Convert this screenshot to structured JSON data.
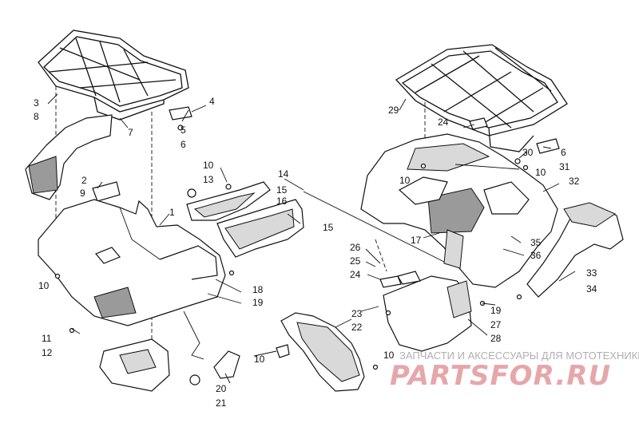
{
  "callouts": [
    {
      "id": "c1",
      "text": "1"
    },
    {
      "id": "c2",
      "text": "2"
    },
    {
      "id": "c3",
      "text": "3"
    },
    {
      "id": "c4",
      "text": "4"
    },
    {
      "id": "c5",
      "text": "5"
    },
    {
      "id": "c6a",
      "text": "6"
    },
    {
      "id": "c7",
      "text": "7"
    },
    {
      "id": "c8",
      "text": "8"
    },
    {
      "id": "c9",
      "text": "9"
    },
    {
      "id": "c10a",
      "text": "10"
    },
    {
      "id": "c10b",
      "text": "10"
    },
    {
      "id": "c10c",
      "text": "10"
    },
    {
      "id": "c10d",
      "text": "10"
    },
    {
      "id": "c10e",
      "text": "10"
    },
    {
      "id": "c10f",
      "text": "10"
    },
    {
      "id": "c11",
      "text": "11"
    },
    {
      "id": "c12",
      "text": "12"
    },
    {
      "id": "c13",
      "text": "13"
    },
    {
      "id": "c14",
      "text": "14"
    },
    {
      "id": "c15a",
      "text": "15"
    },
    {
      "id": "c15b",
      "text": "15"
    },
    {
      "id": "c16",
      "text": "16"
    },
    {
      "id": "c17",
      "text": "17"
    },
    {
      "id": "c18",
      "text": "18"
    },
    {
      "id": "c19a",
      "text": "19"
    },
    {
      "id": "c19b",
      "text": "19"
    },
    {
      "id": "c20",
      "text": "20"
    },
    {
      "id": "c21",
      "text": "21"
    },
    {
      "id": "c22",
      "text": "22"
    },
    {
      "id": "c23",
      "text": "23"
    },
    {
      "id": "c24a",
      "text": "24"
    },
    {
      "id": "c24b",
      "text": "24"
    },
    {
      "id": "c25",
      "text": "25"
    },
    {
      "id": "c26",
      "text": "26"
    },
    {
      "id": "c27",
      "text": "27"
    },
    {
      "id": "c28",
      "text": "28"
    },
    {
      "id": "c29",
      "text": "29"
    },
    {
      "id": "c30",
      "text": "30"
    },
    {
      "id": "c31",
      "text": "31"
    },
    {
      "id": "c32",
      "text": "32"
    },
    {
      "id": "c33",
      "text": "33"
    },
    {
      "id": "c34",
      "text": "34"
    },
    {
      "id": "c35",
      "text": "35"
    },
    {
      "id": "c36",
      "text": "36"
    },
    {
      "id": "c6b",
      "text": "6"
    }
  ],
  "watermark": {
    "tagline": "ЗАПЧАСТИ И АКСЕССУАРЫ ДЛЯ МОТОТЕХНИКИ",
    "logo": "PARTSFOR.RU",
    "logo_color": "#e6a7aa"
  }
}
